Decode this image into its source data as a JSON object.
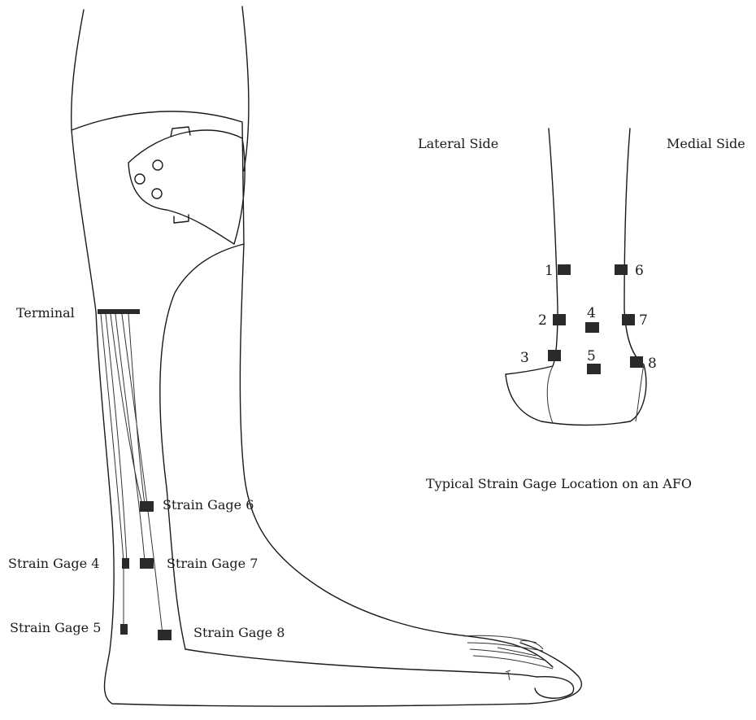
{
  "leg_view": {
    "terminal_label": "Terminal",
    "gages": [
      {
        "label": "Strain Gage 6"
      },
      {
        "label": "Strain Gage 4"
      },
      {
        "label": "Strain Gage 7"
      },
      {
        "label": "Strain Gage 5"
      },
      {
        "label": "Strain Gage 8"
      }
    ]
  },
  "back_view": {
    "lateral_label": "Lateral Side",
    "medial_label": "Medial Side",
    "caption": "Typical Strain Gage Location on an AFO",
    "numbers": [
      "1",
      "2",
      "3",
      "4",
      "5",
      "6",
      "7",
      "8"
    ]
  },
  "colors": {
    "line": "#1a1a1a",
    "gage": "#2a2a2a",
    "background": "#ffffff"
  }
}
